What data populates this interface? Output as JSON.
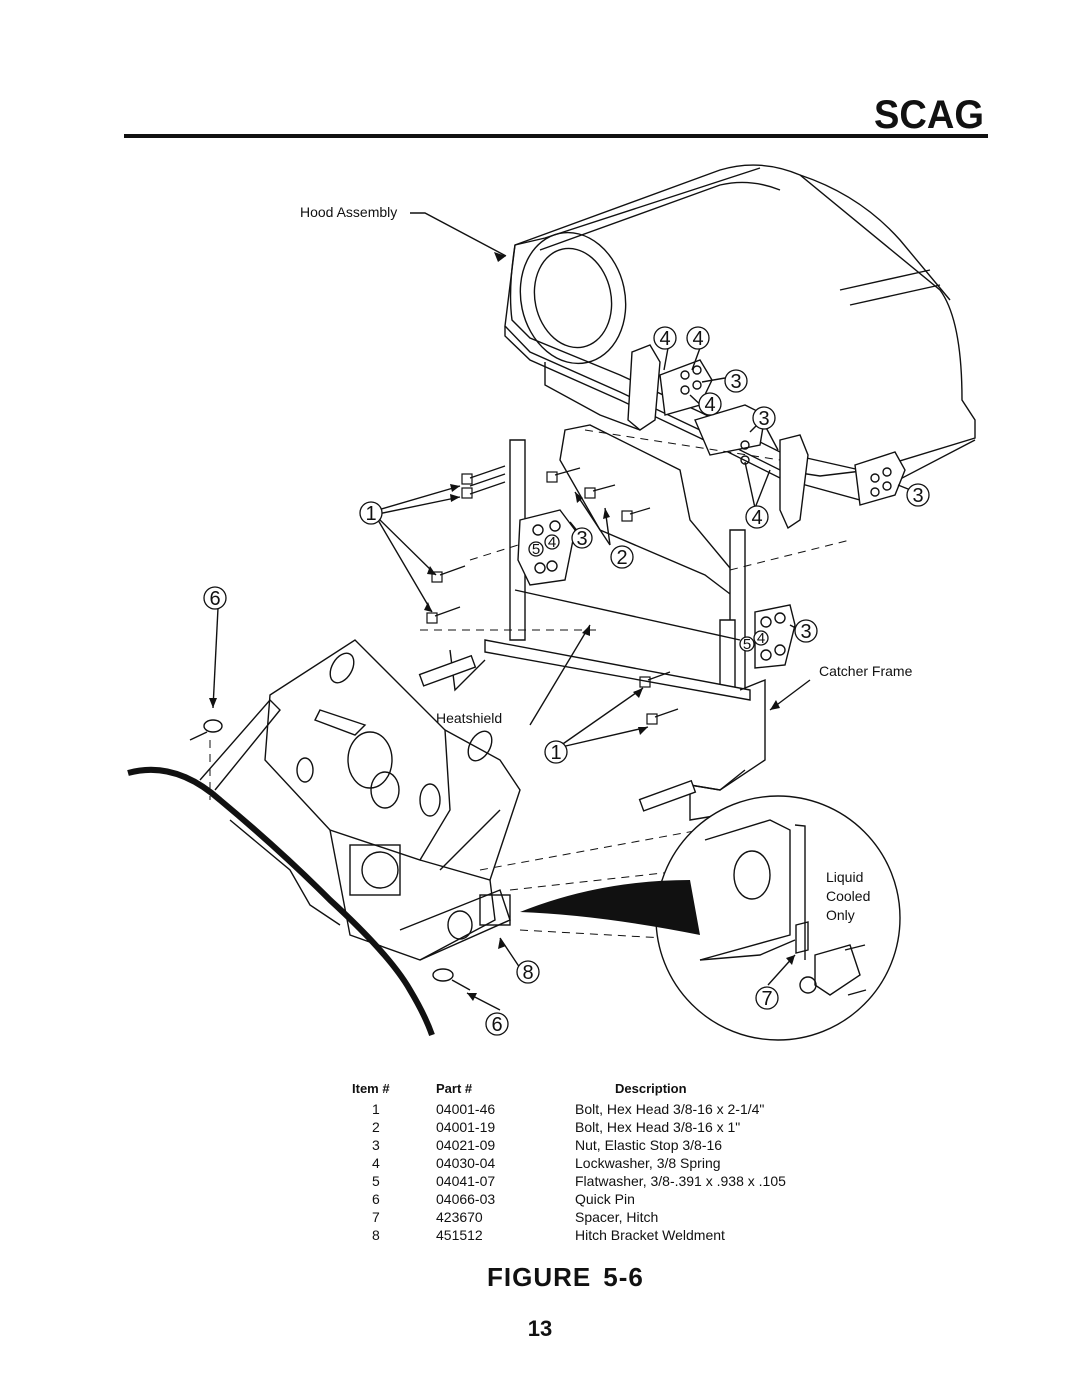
{
  "header": {
    "logo_text": "SCAG"
  },
  "labels": {
    "hood_assembly": "Hood Assembly",
    "catcher_frame": "Catcher Frame",
    "heatshield": "Heatshield",
    "liquid": "Liquid",
    "cooled": "Cooled",
    "only": "Only"
  },
  "callouts": {
    "n1": "1",
    "n2": "2",
    "n3": "3",
    "n4": "4",
    "n5": "5",
    "n6": "6",
    "n7": "7",
    "n8": "8"
  },
  "parts_table": {
    "headers": {
      "item": "Item #",
      "part": "Part #",
      "description": "Description"
    },
    "rows": [
      {
        "item": "1",
        "part": "04001-46",
        "description": "Bolt, Hex Head 3/8-16 x 2-1/4\""
      },
      {
        "item": "2",
        "part": "04001-19",
        "description": "Bolt, Hex Head 3/8-16 x 1\""
      },
      {
        "item": "3",
        "part": "04021-09",
        "description": "Nut, Elastic Stop 3/8-16"
      },
      {
        "item": "4",
        "part": "04030-04",
        "description": "Lockwasher, 3/8 Spring"
      },
      {
        "item": "5",
        "part": "04041-07",
        "description": "Flatwasher, 3/8-.391 x .938 x .105"
      },
      {
        "item": "6",
        "part": "04066-03",
        "description": "Quick Pin"
      },
      {
        "item": "7",
        "part": "423670",
        "description": "Spacer, Hitch"
      },
      {
        "item": "8",
        "part": "451512",
        "description": "Hitch Bracket Weldment"
      }
    ]
  },
  "figure": {
    "word": "FIGURE",
    "number": "5-6"
  },
  "page_number": "13"
}
